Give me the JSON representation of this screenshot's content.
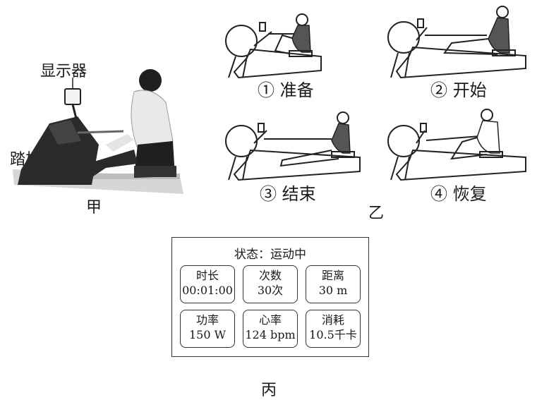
{
  "panel_jia": {
    "label_display": "显示器",
    "label_pedal": "踏板",
    "caption": "甲"
  },
  "panel_yi": {
    "steps": [
      {
        "num": "①",
        "name": "准备"
      },
      {
        "num": "②",
        "name": "开始"
      },
      {
        "num": "③",
        "name": "结束"
      },
      {
        "num": "④",
        "name": "恢复"
      }
    ],
    "caption": "乙"
  },
  "panel_bing": {
    "status_label": "状态：",
    "status_value": "运动中",
    "tiles": [
      {
        "label": "时长",
        "value": "00:01:00"
      },
      {
        "label": "次数",
        "value": "30次"
      },
      {
        "label": "距离",
        "value": "30 m"
      },
      {
        "label": "功率",
        "value": "150 W"
      },
      {
        "label": "心率",
        "value": "124 bpm"
      },
      {
        "label": "消耗",
        "value": "10.5千卡"
      }
    ],
    "caption": "丙"
  },
  "colors": {
    "ink": "#1a1a1a",
    "photo_dark": "#2b2b2b",
    "photo_light": "#e9e9e9"
  }
}
